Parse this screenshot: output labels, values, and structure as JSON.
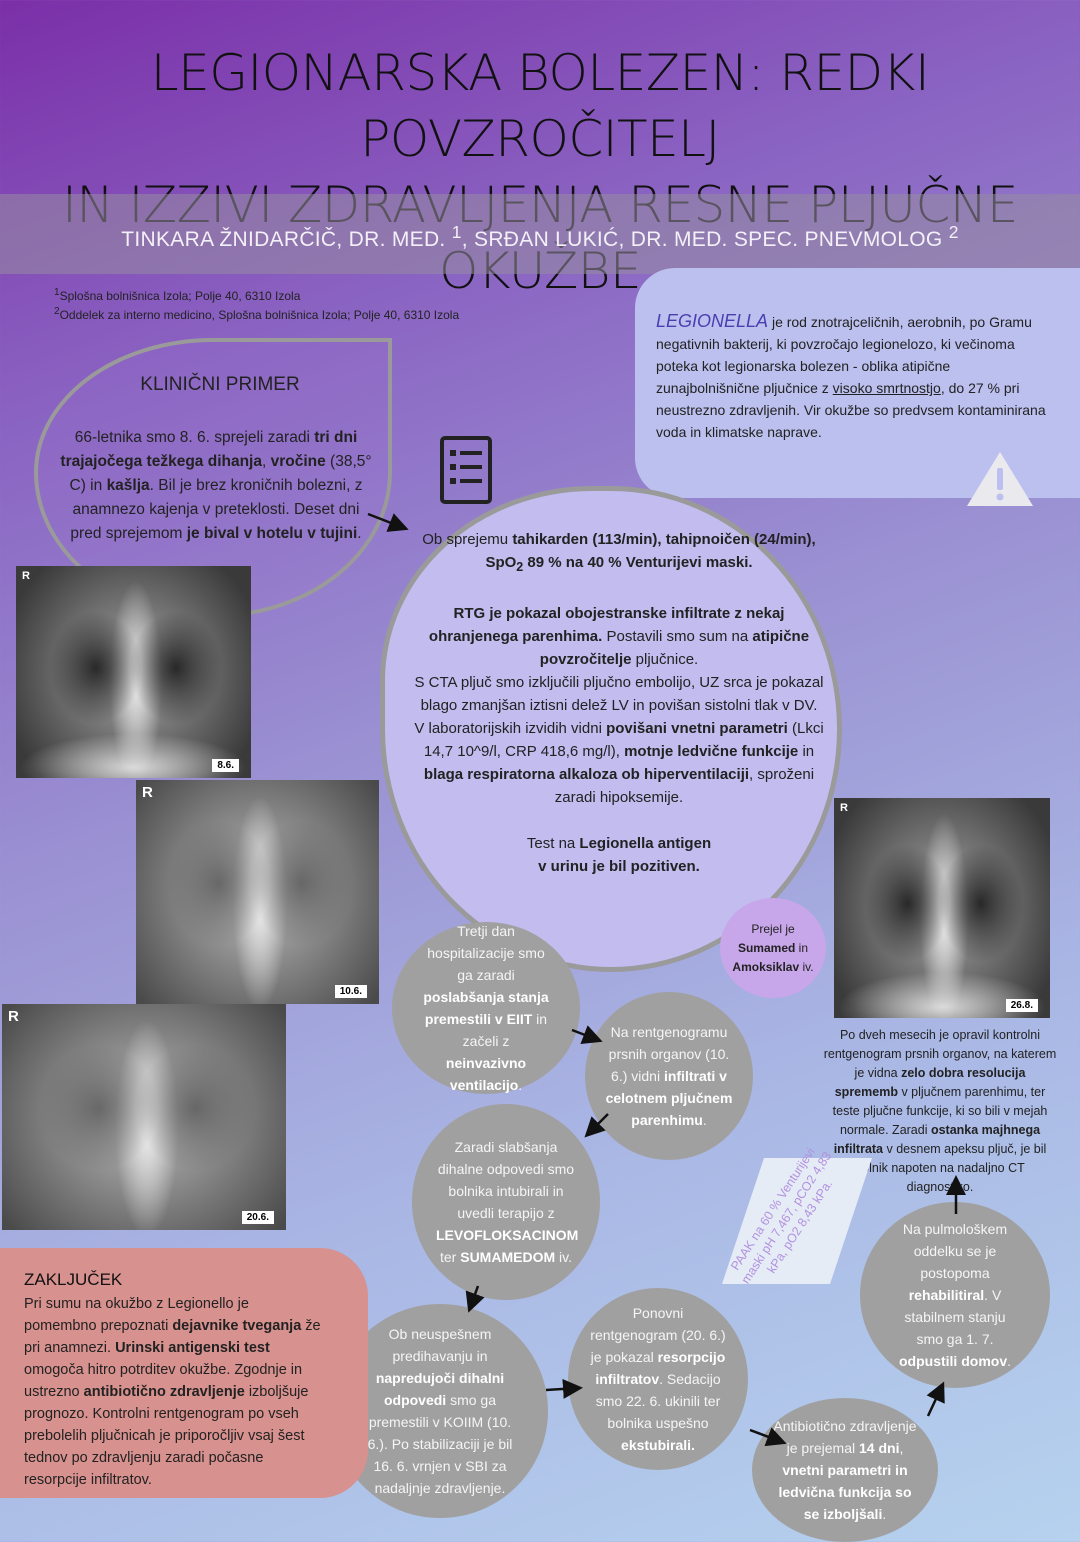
{
  "title": {
    "line1": "LEGIONARSKA BOLEZEN: REDKI POVZROČITELJ",
    "line2": "IN IZZIVI ZDRAVLJENJA RESNE PLJUČNE OKUŽBE"
  },
  "authors": {
    "author1": "TINKARA ŽNIDARČIČ, DR. MED.",
    "sup1": "1",
    "author2": ", SRĐAN LUKIĆ, DR. MED. SPEC. PNEVMOLOG",
    "sup2": "2"
  },
  "affiliations": {
    "a1_sup": "1",
    "a1": "Splošna bolnišnica Izola; Polje 40, 6310 Izola",
    "a2_sup": "2",
    "a2": "Oddelek za interno medicino, Splošna bolnišnica Izola; Polje 40, 6310 Izola"
  },
  "info": {
    "term": "LEGIONELLA",
    "t1": "  je rod znotrajceličnih, aerobnih, po Gramu negativnih bakterij, ki povzročajo legionelozo, ki večinoma poteka kot legionarska bolezen - oblika atipične zunajbolnišnične pljučnice z ",
    "t2": "visoko smrtnostjo",
    "t3": ", do 27 % pri neustrezno zdravljenih. Vir okužbe so predvsem kontaminirana voda in klimatske naprave."
  },
  "case": {
    "title": "KLINIČNI PRIMER",
    "p1": "66-letnika smo 8. 6. sprejeli zaradi ",
    "b1": "tri dni trajajočega težkega dihanja",
    "p2": ", ",
    "b2": "vročine",
    "p3": " (38,5° C) in ",
    "b3": "kašlja",
    "p4": ". Bil je brez kroničnih bolezni, z anamnezo kajenja v preteklosti. Deset dni pred sprejemom ",
    "b4": "je bival v hotelu v tujini",
    "p5": "."
  },
  "main": {
    "m1": "Ob sprejemu ",
    "m1b": "tahikarden (113/min), tahipnoičen (24/min), SpO",
    "m1sub": "2",
    "m1c": " 89 % na 40 % Venturijevi maski.",
    "m2b": "RTG je pokazal obojestranske infiltrate z nekaj ohranjenega parenhima.",
    "m2": " Postavili smo sum na ",
    "m2c": "atipične povzročitelje",
    "m2d": " pljučnice.",
    "m3": "S CTA pljuč smo izključili pljučno embolijo, UZ srca je pokazal blago zmanjšan iztisni delež LV in povišan sistolni tlak v DV.",
    "m4": "V laboratorijskih izvidih vidni ",
    "m4b": "povišani vnetni parametri",
    "m4c": " (Lkci 14,7 10^9/l, CRP 418,6 mg/l), ",
    "m4d": "motnje ledvične funkcije",
    "m4e": " in ",
    "m4f": "blaga respiratorna alkaloza ob hiperventilaciji",
    "m4g": ", sproženi zaradi hipoksemije.",
    "m5": "Test na ",
    "m5b": "Legionella antigen",
    "m5c": "v urinu je bil pozitiven."
  },
  "xrays": [
    {
      "r": "R",
      "date": "8.6."
    },
    {
      "r": "R",
      "date": "10.6."
    },
    {
      "r": "R",
      "date": "20.6."
    },
    {
      "r": "R",
      "date": "26.8."
    }
  ],
  "prejel": {
    "p1": "Prejel je",
    "b1": "Sumamed",
    "p2": " in",
    "b2": "Amoksiklav",
    "p3": " iv."
  },
  "steps": {
    "s1": {
      "t1": "Tretji dan hospitalizacije smo ga zaradi ",
      "b1": "poslabšanja stanja premestili v EIIT",
      "t2": " in začeli z ",
      "b2": "neinvazivno ventilacijo",
      "t3": "."
    },
    "s2": {
      "t1": "Na rentgenogramu prsnih organov (10. 6.) vidni ",
      "b1": "infiltrati v celotnem pljučnem parenhimu",
      "t2": "."
    },
    "s3": {
      "t1": "Zaradi slabšanja dihalne odpovedi smo bolnika intubirali in uvedli terapijo z ",
      "b1": "LEVOFLOKSACINOM",
      "t2": " ter ",
      "b2": "SUMAMEDOM",
      "t3": " iv."
    },
    "s4": {
      "t1": "Ob neuspešnem predihavanju in ",
      "b1": "napredujoči dihalni odpovedi",
      "t2": " smo ga premestili v KOIIM (10. 6.). Po stabilizaciji je bil 16. 6. vrnjen v SBI za nadaljnje zdravljenje."
    },
    "s5": {
      "t1": "Ponovni rentgenogram (20. 6.) je pokazal ",
      "b1": "resorpcijo infiltratov",
      "t2": ". Sedacijo smo 22. 6. ukinili ter bolnika uspešno ",
      "b2": "ekstubirali."
    },
    "s6": {
      "t1": "Antibiotično zdravljenje je prejemal ",
      "b1": "14 dni",
      "t2": ", ",
      "b2": "vnetni parametri in ledvična funkcija so se izboljšali",
      "t3": "."
    },
    "s7": {
      "t1": "Na pulmološkem oddelku se je postopoma ",
      "b1": "rehabilitiral",
      "t2": ". V stabilnem stanju smo ga 1. 7. ",
      "b2": "odpustili domov",
      "t3": "."
    }
  },
  "after": {
    "t1": "Po dveh mesecih je opravil kontrolni rentgenogram prsnih organov, na katerem je vidna ",
    "b1": "zelo dobra resolucija sprememb",
    "t2": " v pljučnem parenhimu, ter teste pljučne funkcije, ki so bili v mejah normale. Zaradi ",
    "b2": "ostanka majhnega infiltrata",
    "t3": " v desnem apeksu pljuč, je bil bolnik napoten na nadaljno CT diagnostiko."
  },
  "paak": "PAAK na 60 % Venturijevi maski pH 7,467, pCO2 4,83 kPa, pO2 8,43 kPa.",
  "conclusion": {
    "title": "ZAKLJUČEK",
    "t1": "Pri sumu na okužbo z Legionello je pomembno prepoznati ",
    "b1": "dejavnike tveganja",
    "t2": " že pri anamnezi. ",
    "b2": "Urinski antigenski test",
    "t3": " omogoča hitro potrditev okužbe. Zgodnje in ustrezno ",
    "b3": "antibiotično zdravljenje",
    "t4": " izboljšuje prognozo. Kontrolni rentgenogram po vseh prebolelih pljučnicah je priporočljiv vsaj šest tednov po zdravljenju zaradi počasne resorpcije infiltratov."
  },
  "colors": {
    "circle": "#a0a0a0",
    "info_box": "#bcc0ee",
    "main_bubble": "#c2bcef",
    "conclusion_box": "#d7918e",
    "prejel_bubble": "#c8a6ea"
  }
}
